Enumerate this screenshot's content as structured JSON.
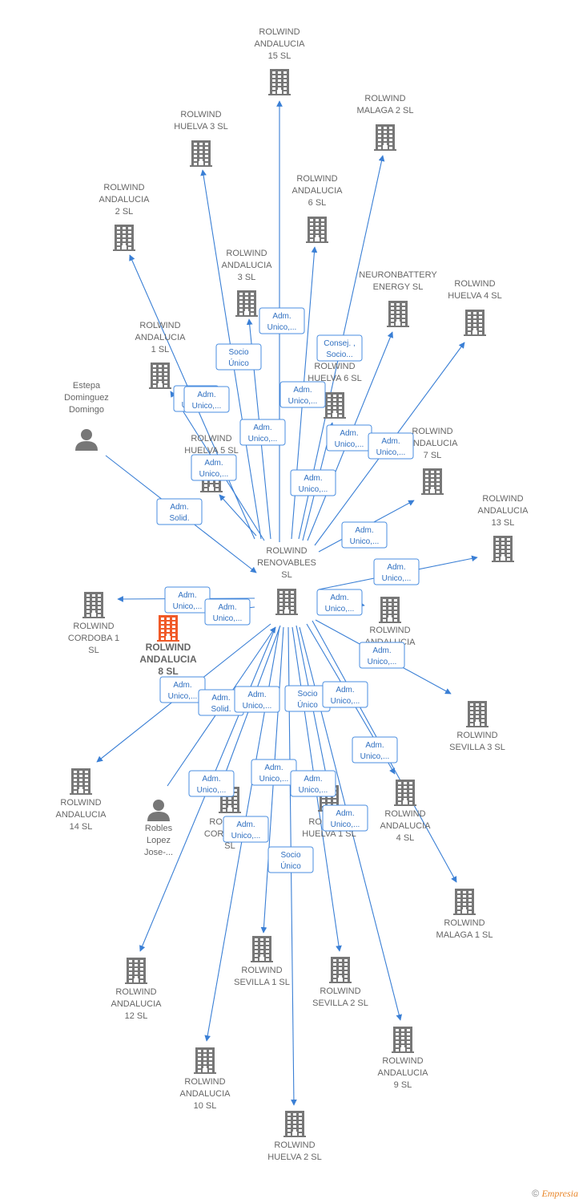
{
  "colors": {
    "edge": "#3a7fd5",
    "company": "#777777",
    "highlight": "#f05a28",
    "person": "#777777"
  },
  "nodes": [
    {
      "id": "center",
      "type": "company",
      "lines": [
        "ROLWIND",
        "RENOVABLES",
        "SL"
      ]
    },
    {
      "id": "and15",
      "type": "company",
      "lines": [
        "ROLWIND",
        "ANDALUCIA",
        "15  SL"
      ]
    },
    {
      "id": "hue3",
      "type": "company",
      "lines": [
        "ROLWIND",
        "HUELVA 3  SL"
      ]
    },
    {
      "id": "mal2",
      "type": "company",
      "lines": [
        "ROLWIND",
        "MALAGA 2  SL"
      ]
    },
    {
      "id": "and2",
      "type": "company",
      "lines": [
        "ROLWIND",
        "ANDALUCIA",
        "2  SL"
      ]
    },
    {
      "id": "and6",
      "type": "company",
      "lines": [
        "ROLWIND",
        "ANDALUCIA",
        "6  SL"
      ]
    },
    {
      "id": "and3",
      "type": "company",
      "lines": [
        "ROLWIND",
        "ANDALUCIA",
        "3  SL"
      ]
    },
    {
      "id": "neuron",
      "type": "company",
      "lines": [
        "NEURONBATTERY",
        "ENERGY  SL"
      ]
    },
    {
      "id": "hue4",
      "type": "company",
      "lines": [
        "ROLWIND",
        "HUELVA 4  SL"
      ]
    },
    {
      "id": "and1",
      "type": "company",
      "lines": [
        "ROLWIND",
        "ANDALUCIA",
        "1  SL"
      ]
    },
    {
      "id": "hue6",
      "type": "company",
      "lines": [
        "ROLWIND",
        "HUELVA 6  SL"
      ]
    },
    {
      "id": "estepa",
      "type": "person",
      "lines": [
        "Estepa",
        "Dominguez",
        "Domingo"
      ]
    },
    {
      "id": "hue5",
      "type": "company",
      "lines": [
        "ROLWIND",
        "HUELVA 5  SL"
      ]
    },
    {
      "id": "and7",
      "type": "company",
      "lines": [
        "ROLWIND",
        "ANDALUCIA",
        "7  SL"
      ]
    },
    {
      "id": "and13",
      "type": "company",
      "lines": [
        "ROLWIND",
        "ANDALUCIA",
        "13  SL"
      ]
    },
    {
      "id": "cor1",
      "type": "company",
      "lines": [
        "ROLWIND",
        "CORDOBA 1",
        "SL"
      ]
    },
    {
      "id": "and8",
      "type": "highlight",
      "lines": [
        "ROLWIND",
        "ANDALUCIA",
        "8  SL"
      ]
    },
    {
      "id": "and5",
      "type": "company",
      "lines": [
        "ROLWIND",
        "ANDALUCIA",
        "5  SL"
      ]
    },
    {
      "id": "sev3",
      "type": "company",
      "lines": [
        "ROLWIND",
        "SEVILLA 3  SL"
      ]
    },
    {
      "id": "and14",
      "type": "company",
      "lines": [
        "ROLWIND",
        "ANDALUCIA",
        "14  SL"
      ]
    },
    {
      "id": "robles",
      "type": "person",
      "lines": [
        "Robles",
        "Lopez",
        "Jose-..."
      ]
    },
    {
      "id": "cor2",
      "type": "company",
      "lines": [
        "ROLWIND",
        "CORDOBA 2",
        "SL"
      ]
    },
    {
      "id": "hue1",
      "type": "company",
      "lines": [
        "ROLWIND",
        "HUELVA 1  SL"
      ]
    },
    {
      "id": "and4",
      "type": "company",
      "lines": [
        "ROLWIND",
        "ANDALUCIA",
        "4  SL"
      ]
    },
    {
      "id": "mal1",
      "type": "company",
      "lines": [
        "ROLWIND",
        "MALAGA 1  SL"
      ]
    },
    {
      "id": "and12",
      "type": "company",
      "lines": [
        "ROLWIND",
        "ANDALUCIA",
        "12  SL"
      ]
    },
    {
      "id": "sev1",
      "type": "company",
      "lines": [
        "ROLWIND",
        "SEVILLA 1  SL"
      ]
    },
    {
      "id": "sev2",
      "type": "company",
      "lines": [
        "ROLWIND",
        "SEVILLA 2  SL"
      ]
    },
    {
      "id": "and9",
      "type": "company",
      "lines": [
        "ROLWIND",
        "ANDALUCIA",
        "9  SL"
      ]
    },
    {
      "id": "and10",
      "type": "company",
      "lines": [
        "ROLWIND",
        "ANDALUCIA",
        "10  SL"
      ]
    },
    {
      "id": "hue2",
      "type": "company",
      "lines": [
        "ROLWIND",
        "HUELVA 2  SL"
      ]
    }
  ],
  "edges": [
    {
      "from": "center",
      "to": "and15",
      "label": [
        "Adm.",
        "Unico,..."
      ]
    },
    {
      "from": "center",
      "to": "hue3",
      "label": [
        "Socio",
        "Único"
      ]
    },
    {
      "from": "center",
      "to": "mal2",
      "label": [
        "Consej. ,",
        "Socio..."
      ]
    },
    {
      "from": "center",
      "to": "and2",
      "label": [
        "Adm.",
        "Unico,..."
      ]
    },
    {
      "from": "center",
      "to": "and6",
      "label": [
        "Adm.",
        "Unico,..."
      ]
    },
    {
      "from": "center",
      "to": "and3",
      "label": [
        "Adm.",
        "Unico,..."
      ]
    },
    {
      "from": "center",
      "to": "neuron",
      "label": [
        "Adm.",
        "Unico,..."
      ]
    },
    {
      "from": "center",
      "to": "hue4",
      "label": [
        "Adm.",
        "Unico,..."
      ]
    },
    {
      "from": "center",
      "to": "and1",
      "label": [
        "Adm.",
        "Unico,..."
      ]
    },
    {
      "from": "center",
      "to": "hue6",
      "label": [
        "Adm.",
        "Unico,..."
      ]
    },
    {
      "from": "estepa",
      "to": "center",
      "label": [
        "Adm.",
        "Solid."
      ]
    },
    {
      "from": "center",
      "to": "hue5",
      "label": [
        "Adm.",
        "Unico,..."
      ]
    },
    {
      "from": "center",
      "to": "and7",
      "label": [
        "Adm.",
        "Unico,..."
      ]
    },
    {
      "from": "center",
      "to": "and13",
      "label": [
        "Adm.",
        "Unico,..."
      ]
    },
    {
      "from": "center",
      "to": "cor1",
      "label": [
        "Adm.",
        "Unico,..."
      ]
    },
    {
      "from": "center",
      "to": "and8",
      "label": [
        "Adm.",
        "Unico,..."
      ]
    },
    {
      "from": "center",
      "to": "and5",
      "label": [
        "Adm.",
        "Unico,..."
      ]
    },
    {
      "from": "center",
      "to": "sev3",
      "label": [
        "Adm.",
        "Unico,..."
      ]
    },
    {
      "from": "center",
      "to": "and14",
      "label": [
        "Adm.",
        "Unico,..."
      ]
    },
    {
      "from": "robles",
      "to": "center",
      "label": [
        "Adm.",
        "Solid."
      ]
    },
    {
      "from": "center",
      "to": "cor2",
      "label": [
        "Adm.",
        "Unico,..."
      ]
    },
    {
      "from": "center",
      "to": "hue1",
      "label": [
        "Socio",
        "Único"
      ]
    },
    {
      "from": "center",
      "to": "and4",
      "label": [
        "Adm.",
        "Unico,..."
      ]
    },
    {
      "from": "center",
      "to": "mal1",
      "label": [
        "Adm.",
        "Unico,..."
      ]
    },
    {
      "from": "center",
      "to": "and12",
      "label": [
        "Adm.",
        "Unico,..."
      ]
    },
    {
      "from": "center",
      "to": "sev1",
      "label": [
        "Adm.",
        "Unico,..."
      ]
    },
    {
      "from": "center",
      "to": "sev2",
      "label": [
        "Adm.",
        "Unico,..."
      ]
    },
    {
      "from": "center",
      "to": "and9",
      "label": [
        "Adm.",
        "Unico,..."
      ]
    },
    {
      "from": "center",
      "to": "and10",
      "label": [
        "Adm.",
        "Unico,..."
      ]
    },
    {
      "from": "center",
      "to": "hue2",
      "label": [
        "Socio",
        "Único"
      ]
    }
  ],
  "footer": {
    "copyright": "©",
    "brand": "Empresia"
  }
}
